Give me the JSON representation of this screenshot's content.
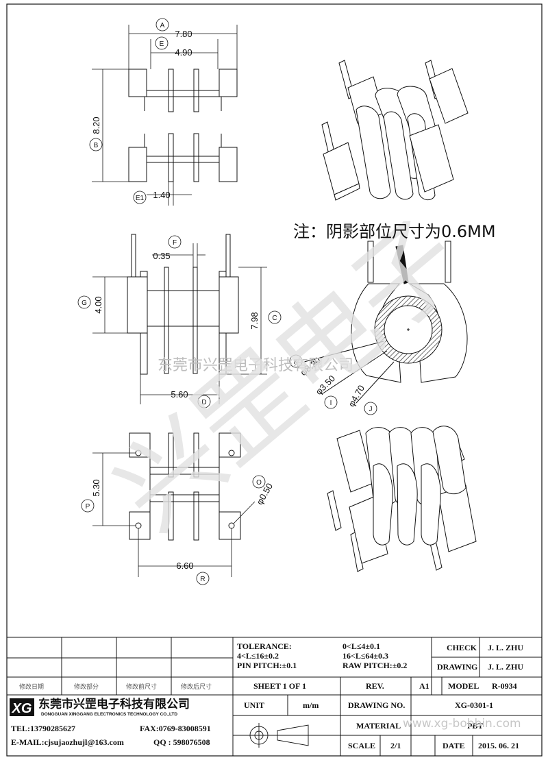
{
  "dims": {
    "A": "A",
    "A_val": "7.80",
    "E": "E",
    "E_val": "4.90",
    "B": "B",
    "B_val": "8.20",
    "E1": "E1",
    "E1_val": "1.40",
    "F": "F",
    "F_val": "0.35",
    "G": "G",
    "G_val": "4.00",
    "C": "C",
    "C_val": "7.98",
    "D": "D",
    "D_val": "5.60",
    "P": "P",
    "P_val": "5.30",
    "O": "O",
    "O_val": "φ0.50",
    "R": "R",
    "R_val": "6.60",
    "K": "K",
    "K_val": "φ8.20",
    "I": "I",
    "I_val": "φ3.50",
    "J": "J",
    "J_val": "φ4.70"
  },
  "note": "注：阴影部位尺寸为0.6MM",
  "watermark": {
    "center_line": "东莞市兴罡电子科技有限公司",
    "big": "兴罡电子",
    "corner": "www.xg-bobbin.com"
  },
  "title_block": {
    "tolerance_label": "TOLERANCE:",
    "tol_1": "0<L≤4±0.1",
    "tol_2": "4<L≤16±0.2",
    "tol_3": "16<L≤64±0.3",
    "pin_pitch": "PIN PITCH:±0.1",
    "raw_pitch": "RAW PITCH:±0.2",
    "check_label": "CHECK",
    "check_value": "J. L. ZHU",
    "drawing_label": "DRAWING",
    "drawing_value": "J. L. ZHU",
    "rev_headers": [
      "修改日期",
      "修改部分",
      "修改前尺寸",
      "修改后尺寸"
    ],
    "sheet": "SHEET 1 OF 1",
    "rev_label": "REV.",
    "rev_value": "A1",
    "model_label": "MODEL",
    "model_value": "R-0934",
    "company_cn": "东莞市兴罡电子科技有限公司",
    "company_en": "DONGGUAN XINGGANG ELECTRONICS TECHNOLOGY CO.,LTD",
    "tel": "TEL:13790285627",
    "fax": "FAX:0769-83008591",
    "email": "E-MAIL:cjsujaozhujl@163.com",
    "qq": "QQ : 598076508",
    "unit_label": "UNIT",
    "unit_value": "m/m",
    "drawing_no_label": "DRAWING NO.",
    "drawing_no_value": "XG-0301-1",
    "material_label": "MATERIAL",
    "material_value": "PBT",
    "scale_label": "SCALE",
    "scale_value": "2/1",
    "date_label": "DATE",
    "date_value": "2015. 06. 21"
  },
  "colors": {
    "line": "#111111",
    "hatch": "#444444",
    "watermark": "#c8c8c8"
  }
}
